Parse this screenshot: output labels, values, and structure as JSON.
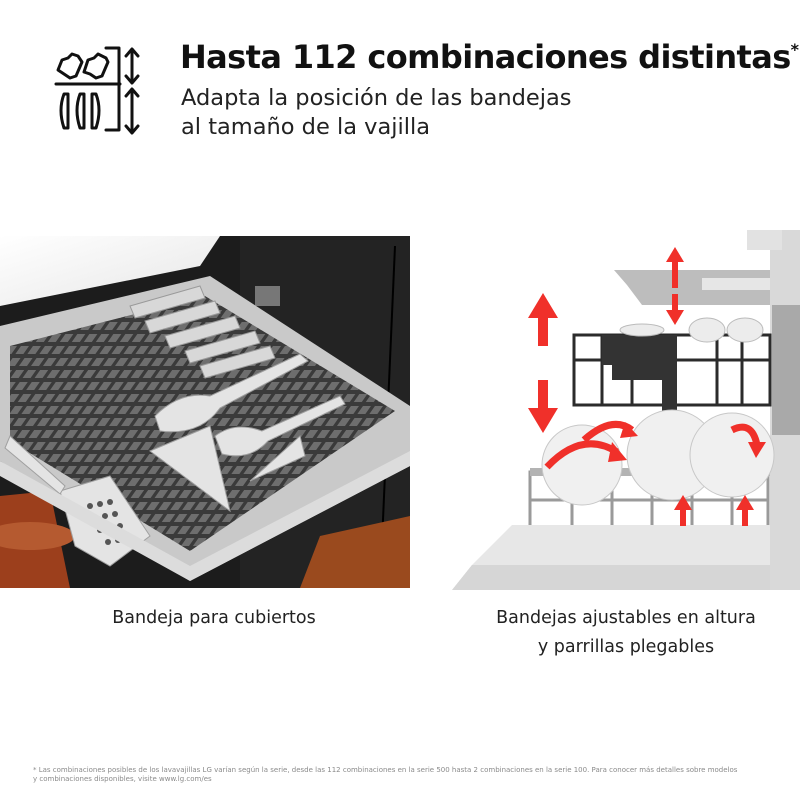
{
  "header": {
    "icon": "adjustable-racks-icon",
    "title": "Hasta 112 combinaciones distintas",
    "title_asterisk": "*",
    "subtitle_lines": [
      "Adapta la posición de las bandejas",
      "al tamaño de la vajilla"
    ]
  },
  "panels": [
    {
      "image": "cutlery-tray-photo",
      "caption_lines": [
        "Bandeja para cubiertos"
      ]
    },
    {
      "image": "adjustable-racks-diagram",
      "caption_lines": [
        "Bandejas ajustables en altura",
        "y parrillas plegables"
      ]
    }
  ],
  "footnote": {
    "lines": [
      "* Las combinaciones posibles de los lavavajillas LG varían según la serie, desde las 112 combinaciones en la serie 500 hasta 2 combinaciones en la serie 100. Para conocer más detalles sobre modelos",
      "y combinaciones disponibles, visite www.lg.com/es"
    ]
  },
  "colors": {
    "accent_arrow": "#f0302a",
    "text_primary": "#111111",
    "footnote_text": "#8a8a8a"
  }
}
